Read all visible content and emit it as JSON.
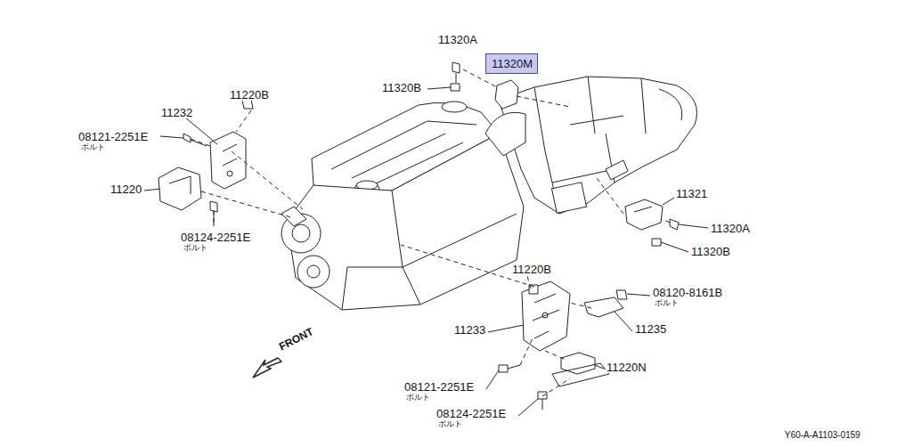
{
  "diagram": {
    "nodes": [
      {
        "text": [
          "11320M"
        ]
      }
    ],
    "labels": [
      "11320A",
      "11320B",
      "11232",
      "11220B",
      "08121-2251E",
      "ボルト",
      "11220",
      "08124-2251E",
      "ボルト",
      "11321",
      "11320A",
      "11320B",
      "11220B",
      "08120-8161B",
      "ボルト",
      "11233",
      "11235",
      "11220N",
      "08121-2251E",
      "ボルト",
      "08124-2251E",
      "ボルト",
      "FRONT",
      "Y60-A-A1103-0159"
    ]
  }
}
